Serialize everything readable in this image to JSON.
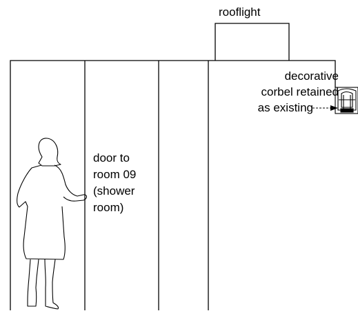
{
  "labels": {
    "rooflight": "rooflight",
    "corbel": [
      "decorative",
      "corbel retained",
      "as existing"
    ],
    "door": [
      "door to",
      "room 09",
      "(shower",
      "room)"
    ]
  },
  "colors": {
    "line": "#000000",
    "background": "#ffffff"
  }
}
